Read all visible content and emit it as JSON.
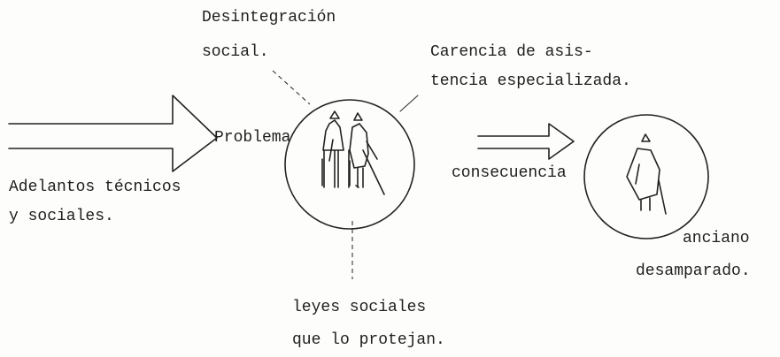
{
  "labels": {
    "top_cause_line1": "Desintegración",
    "top_cause_line2": "social.",
    "right_cause_line1": "Carencia de asis-",
    "right_cause_line2": "tencia especializada.",
    "input_line1": "Adelantos técnicos",
    "input_line2": "y sociales.",
    "center": "Problema",
    "arrow_result": "consecuencia",
    "bottom_line1": "leyes sociales",
    "bottom_line2": "que lo protejan.",
    "outcome_line1": "anciano",
    "outcome_line2": "desamparado."
  },
  "icons": {
    "large_arrow": "right-arrow-icon",
    "small_arrow": "right-arrow-icon",
    "problem_figures": "elderly-couple-icon",
    "outcome_figure": "elderly-person-icon"
  }
}
